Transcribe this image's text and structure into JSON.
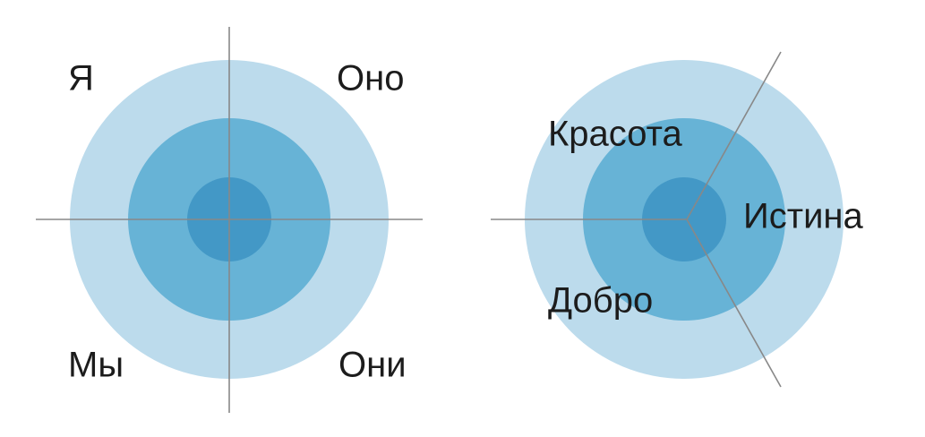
{
  "colors": {
    "ring_outer": "#bcdbec",
    "ring_middle": "#67b3d6",
    "ring_inner": "#4398c6",
    "axis_line": "#888888",
    "label_text": "#1c1c1c"
  },
  "quadrant_diagram": {
    "labels": {
      "top_left": "Я",
      "top_right": "Оно",
      "bottom_left": "Мы",
      "bottom_right": "Они"
    }
  },
  "triad_diagram": {
    "labels": {
      "upper_left": "Красота",
      "right": "Истина",
      "lower_left": "Добро"
    }
  }
}
